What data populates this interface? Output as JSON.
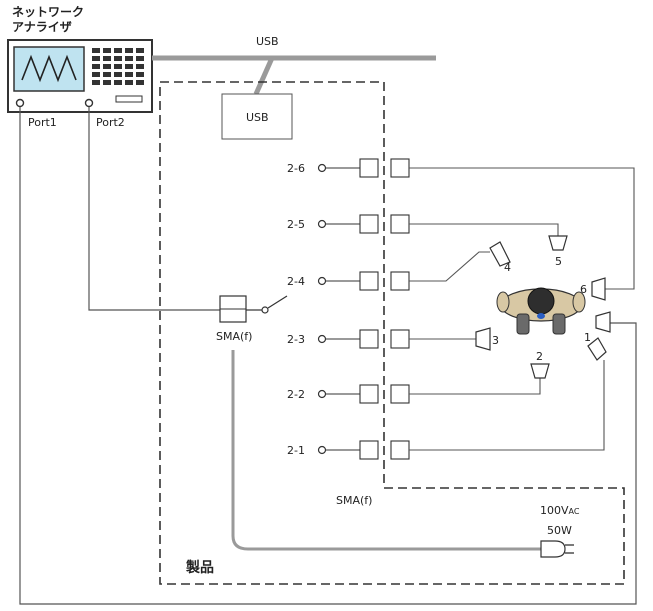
{
  "instrument": {
    "title_line1": "ネットワーク",
    "title_line2": "アナライザ",
    "port1": "Port1",
    "port2": "Port2"
  },
  "usb": {
    "bus_label": "USB",
    "box_label": "USB"
  },
  "switch": {
    "connector_label": "SMA(f)"
  },
  "ports": [
    "2-6",
    "2-5",
    "2-4",
    "2-3",
    "2-2",
    "2-1"
  ],
  "panel_connector_label": "SMA(f)",
  "antennas": [
    "1",
    "2",
    "3",
    "4",
    "5",
    "6"
  ],
  "power": {
    "voltage": "100V",
    "voltage_sub": "AC",
    "wattage": "50W"
  },
  "product_label": "製品",
  "colors": {
    "line": "#555555",
    "bus": "#9a9a9a",
    "screen": "#bfe3f0"
  }
}
